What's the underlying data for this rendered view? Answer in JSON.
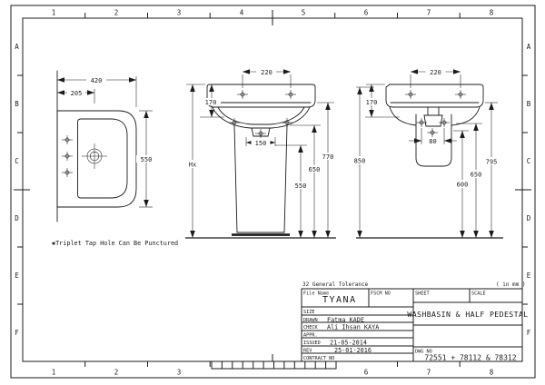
{
  "drawing": {
    "tolerance_note": "32 General Tolerance",
    "units_note": "( in mm )",
    "puncture_note": "✱Triplet Tap Hole Can Be Punctured"
  },
  "border": {
    "columns": [
      "1",
      "2",
      "3",
      "4",
      "5",
      "6",
      "7",
      "8"
    ],
    "rows": [
      "A",
      "B",
      "C",
      "D",
      "E",
      "F"
    ]
  },
  "top_view": {
    "d420": "420",
    "d205": "205",
    "d550": "550"
  },
  "front_full": {
    "d220": "220",
    "d170": "170",
    "d150": "150",
    "hx": "Hx",
    "d550": "550",
    "d650": "650",
    "d770": "770"
  },
  "front_half": {
    "d220": "220",
    "d170": "170",
    "d80": "80",
    "d850": "850",
    "d600": "600",
    "d650": "650",
    "d795": "795"
  },
  "title_block": {
    "file_name_label": "File Name",
    "file_name": "TYANA",
    "fscm_label": "FSCM NO",
    "size_label": "SIZE",
    "drawn_label": "DRAWN",
    "drawn": "Fatma KADE",
    "check_label": "CHECK",
    "check": "Ali Ihsan KAYA",
    "appr_label": "APPR.",
    "issued_label": "ISSUED",
    "issued": "21-05-2014",
    "rev_label": "REV",
    "rev": "25-01-2016",
    "contract_label": "CONTRACT NO",
    "sheet_label": "SHEET",
    "scale_label": "SCALE",
    "title": "WASHBASIN & HALF PEDESTAL",
    "dwg_label": "DWG NO",
    "dwg_no": "72551 + 78112 & 78312"
  },
  "colors": {
    "ink": "#1b1b1b",
    "paper": "#ffffff"
  }
}
